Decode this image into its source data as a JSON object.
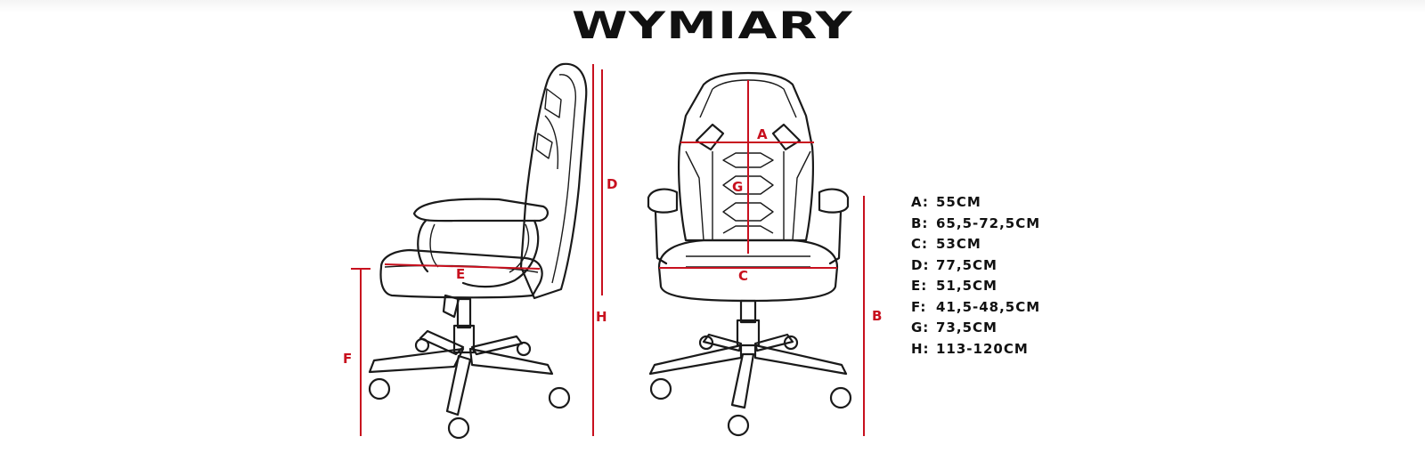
{
  "title": "WYMIARY",
  "colors": {
    "accent": "#c8101e",
    "lines": "#1a1a1a",
    "background": "#ffffff"
  },
  "diagram_labels": {
    "side": {
      "D": "D",
      "H": "H",
      "E": "E",
      "F": "F"
    },
    "front": {
      "A": "A",
      "G": "G",
      "C": "C",
      "B": "B"
    }
  },
  "dimensions": [
    {
      "key": "A:",
      "value": "55CM"
    },
    {
      "key": "B:",
      "value": "65,5-72,5CM"
    },
    {
      "key": "C:",
      "value": "53CM"
    },
    {
      "key": "D:",
      "value": "77,5CM"
    },
    {
      "key": "E:",
      "value": "51,5CM"
    },
    {
      "key": "F:",
      "value": "41,5-48,5CM"
    },
    {
      "key": "G:",
      "value": "73,5CM"
    },
    {
      "key": "H:",
      "value": "113-120CM"
    }
  ]
}
